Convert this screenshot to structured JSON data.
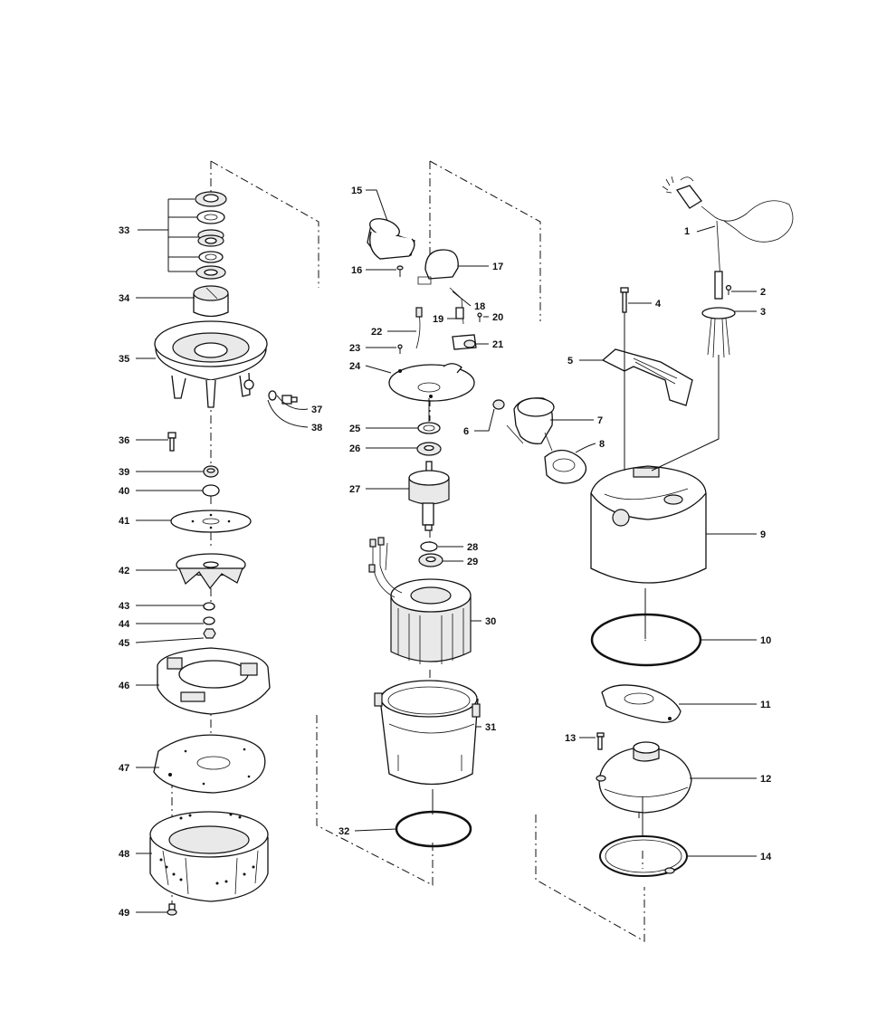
{
  "labels": [
    "1",
    "2",
    "3",
    "4",
    "5",
    "6",
    "7",
    "8",
    "9",
    "10",
    "11",
    "12",
    "13",
    "14",
    "15",
    "16",
    "17",
    "18",
    "19",
    "20",
    "21",
    "22",
    "23",
    "24",
    "25",
    "26",
    "27",
    "28",
    "29",
    "30",
    "31",
    "32",
    "33",
    "34",
    "35",
    "36",
    "37",
    "38",
    "39",
    "40",
    "41",
    "42",
    "43",
    "44",
    "45",
    "46",
    "47",
    "48",
    "49"
  ]
}
